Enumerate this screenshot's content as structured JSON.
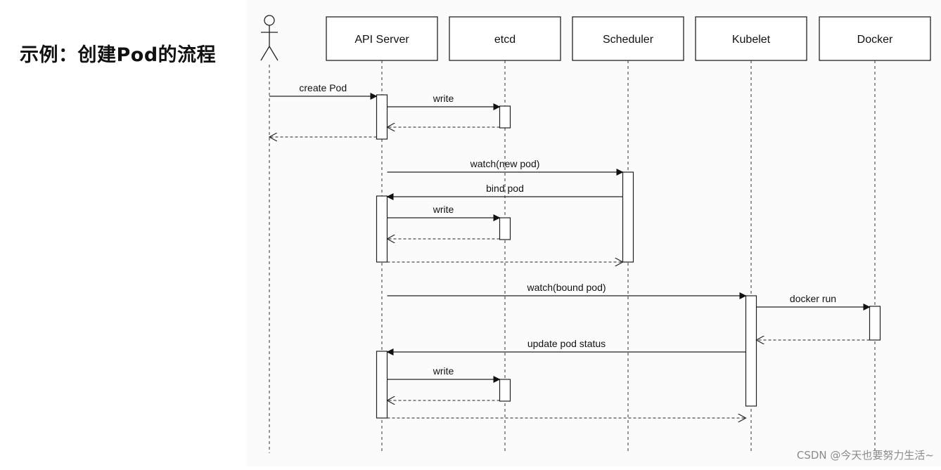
{
  "title": "示例：创建Pod的流程",
  "watermark": "CSDN @今天也要努力生活~",
  "participants": [
    {
      "id": "actor",
      "label": ""
    },
    {
      "id": "api",
      "label": "API Server"
    },
    {
      "id": "etcd",
      "label": "etcd"
    },
    {
      "id": "sched",
      "label": "Scheduler"
    },
    {
      "id": "kubelet",
      "label": "Kubelet"
    },
    {
      "id": "docker",
      "label": "Docker"
    }
  ],
  "messages": [
    {
      "from": "actor",
      "to": "api",
      "label": "create Pod",
      "kind": "call"
    },
    {
      "from": "api",
      "to": "etcd",
      "label": "write",
      "kind": "call"
    },
    {
      "from": "etcd",
      "to": "api",
      "label": "",
      "kind": "return"
    },
    {
      "from": "api",
      "to": "actor",
      "label": "",
      "kind": "return"
    },
    {
      "from": "api",
      "to": "sched",
      "label": "watch(new pod)",
      "kind": "call"
    },
    {
      "from": "sched",
      "to": "api",
      "label": "bind pod",
      "kind": "call"
    },
    {
      "from": "api",
      "to": "etcd",
      "label": "write",
      "kind": "call"
    },
    {
      "from": "etcd",
      "to": "api",
      "label": "",
      "kind": "return"
    },
    {
      "from": "api",
      "to": "sched",
      "label": "",
      "kind": "return"
    },
    {
      "from": "api",
      "to": "kubelet",
      "label": "watch(bound pod)",
      "kind": "call"
    },
    {
      "from": "kubelet",
      "to": "docker",
      "label": "docker run",
      "kind": "call"
    },
    {
      "from": "docker",
      "to": "kubelet",
      "label": "",
      "kind": "return"
    },
    {
      "from": "kubelet",
      "to": "api",
      "label": "update pod status",
      "kind": "call"
    },
    {
      "from": "api",
      "to": "etcd",
      "label": "write",
      "kind": "call"
    },
    {
      "from": "etcd",
      "to": "api",
      "label": "",
      "kind": "return"
    },
    {
      "from": "api",
      "to": "kubelet",
      "label": "",
      "kind": "return"
    }
  ]
}
